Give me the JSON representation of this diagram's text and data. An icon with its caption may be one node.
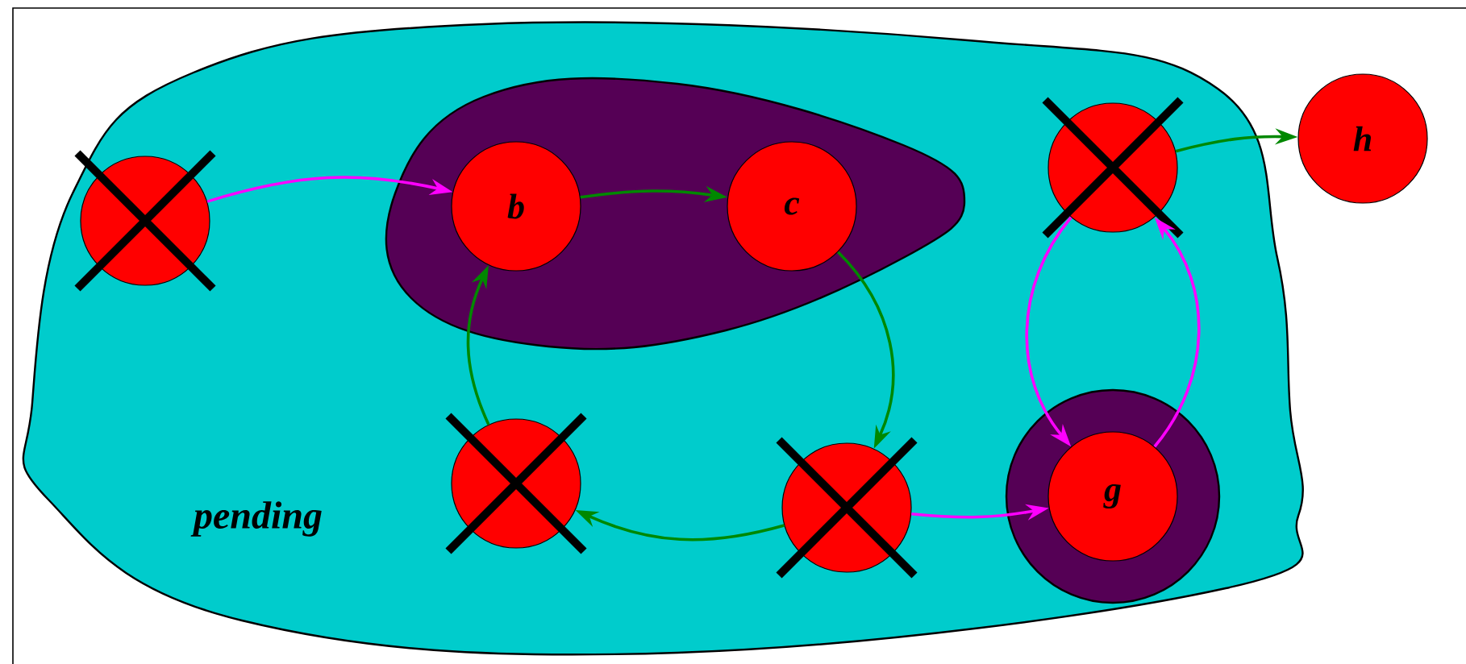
{
  "diagram": {
    "nodes": [
      {
        "text": [
          "pending"
        ]
      },
      {
        "text": [],
        "shape": "circle",
        "in": 0
      },
      {
        "text": [],
        "shape": "blob",
        "in": 0
      },
      {
        "text": [
          "b"
        ],
        "in": 2
      },
      {
        "text": [
          "c"
        ],
        "in": 2
      },
      {
        "text": [],
        "shape": "circle",
        "in": 0
      },
      {
        "text": [
          "h"
        ]
      },
      {
        "text": [],
        "shape": "circle",
        "in": 0
      },
      {
        "text": [],
        "shape": "circle",
        "in": 0
      },
      {
        "text": [],
        "shape": "ring",
        "in": 0
      },
      {
        "text": [
          "g"
        ],
        "in": 9
      }
    ],
    "edges": [
      {
        "from": 1,
        "to": 3,
        "arrow": "to",
        "color": "#ff00ff"
      },
      {
        "from": 3,
        "to": 4,
        "arrow": "to",
        "color": "#008800"
      },
      {
        "from": 4,
        "to": 8,
        "arrow": "to",
        "color": "#008800"
      },
      {
        "from": 8,
        "to": 7,
        "arrow": "to",
        "color": "#008800"
      },
      {
        "from": 7,
        "to": 3,
        "arrow": "to",
        "color": "#008800"
      },
      {
        "from": 8,
        "to": 10,
        "arrow": "to",
        "color": "#ff00ff"
      },
      {
        "from": 5,
        "to": 10,
        "arrow": "to",
        "color": "#ff00ff"
      },
      {
        "from": 10,
        "to": 5,
        "arrow": "to",
        "color": "#ff00ff"
      },
      {
        "from": 5,
        "to": 6,
        "arrow": "to",
        "color": "#008800"
      }
    ]
  }
}
